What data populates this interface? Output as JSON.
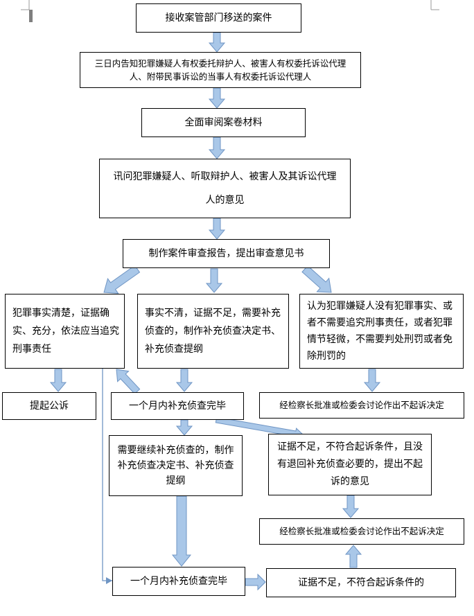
{
  "diagram": {
    "colors": {
      "arrow_fill": "#a9c7e8",
      "arrow_stroke": "#6f95c4",
      "line": "#6f95c4",
      "border": "#000000"
    },
    "nodes": {
      "receive_case": "接收案管部门移送的案件",
      "notify_rights": "三日内告知犯罪嫌疑人有权委托辩护人、被害人有权委托诉讼代理人、附带民事诉讼的当事人有权委托诉讼代理人",
      "review_materials": "全面审阅案卷材料",
      "interrogate": "讯问犯罪嫌疑人、听取辩护人、被害人及其诉讼代理人的意见",
      "make_report": "制作案件审查报告，提出审查意见书",
      "facts_clear": "犯罪事实清楚，证据确实、充分，依法应当追究刑事责任",
      "facts_unclear": "事实不清，证据不足，需要补充侦查的，制作补充侦查决定书、补充侦查提纲",
      "no_crime": "认为犯罪嫌疑人没有犯罪事实、或者不需要追究刑事责任，或者犯罪情节轻微，不需要判处刑罚或者免除刑罚的",
      "prosecute": "提起公诉",
      "one_month_1": "一个月内补充侦查完毕",
      "no_prosecution_1": "经检察长批准或检委会讨论作出不起诉决定",
      "continue_investigation": "需要继续补充侦查的，制作补充侦查决定书、补充侦查提纲",
      "insufficient_no_return": "证据不足，不符合起诉条件，且没有退回补充侦查必要的，提出不起诉的意见",
      "no_prosecution_2": "经检察长批准或检委会讨论作出不起诉决定",
      "one_month_2": "一个月内补充侦查完毕",
      "insufficient": "证据不足，不符合起诉条件的"
    }
  }
}
